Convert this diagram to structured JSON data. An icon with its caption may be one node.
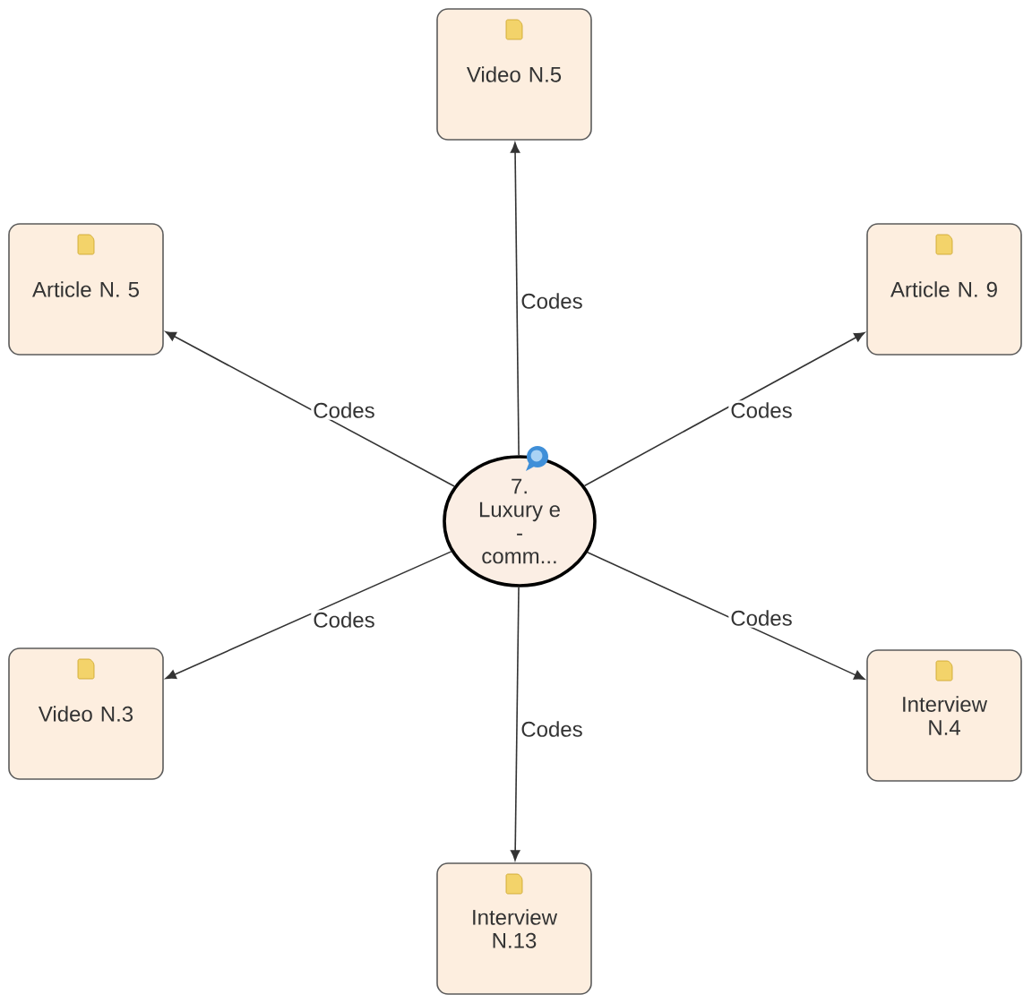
{
  "diagram": {
    "nodes": [
      {
        "text": [
          "Video N.5"
        ]
      },
      {
        "text": [
          "Article N. 5"
        ]
      },
      {
        "text": [
          "Article N. 9"
        ]
      },
      {
        "text": [
          "7. Luxury e - comm..."
        ]
      },
      {
        "text": [
          "Video N.3"
        ]
      },
      {
        "text": [
          "Interview N.4"
        ]
      },
      {
        "text": [
          "Interview N.13"
        ]
      }
    ],
    "edges": [
      {
        "from": 3,
        "to": 0,
        "arrow": "to",
        "label": "Codes"
      },
      {
        "from": 3,
        "to": 1,
        "arrow": "to",
        "label": "Codes"
      },
      {
        "from": 3,
        "to": 2,
        "arrow": "to",
        "label": "Codes"
      },
      {
        "from": 3,
        "to": 4,
        "arrow": "to",
        "label": "Codes"
      },
      {
        "from": 3,
        "to": 5,
        "arrow": "to",
        "label": "Codes"
      },
      {
        "from": 3,
        "to": 6,
        "arrow": "to",
        "label": "Codes"
      }
    ]
  }
}
